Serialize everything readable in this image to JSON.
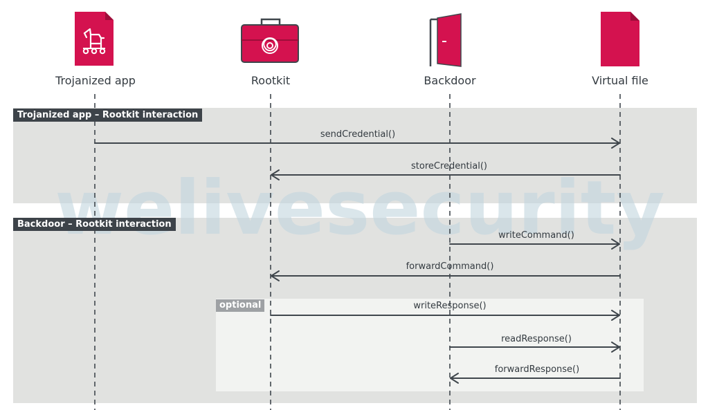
{
  "actors": [
    {
      "label": "Trojanized app",
      "icon": "trojan-horse-document-icon"
    },
    {
      "label": "Rootkit",
      "icon": "biohazard-toolbox-icon"
    },
    {
      "label": "Backdoor",
      "icon": "open-door-icon"
    },
    {
      "label": "Virtual file",
      "icon": "file-icon"
    }
  ],
  "sections": [
    {
      "label": "Trojanized app – Rootkit interaction"
    },
    {
      "label": "Backdoor – Rootkit interaction"
    }
  ],
  "optional_label": "optional",
  "messages": [
    {
      "label": "sendCredential()",
      "from": "Trojanized app",
      "to": "Virtual file"
    },
    {
      "label": "storeCredential()",
      "from": "Virtual file",
      "to": "Rootkit"
    },
    {
      "label": "writeCommand()",
      "from": "Backdoor",
      "to": "Virtual file"
    },
    {
      "label": "forwardCommand()",
      "from": "Virtual file",
      "to": "Rootkit"
    },
    {
      "label": "writeResponse()",
      "from": "Rootkit",
      "to": "Virtual file"
    },
    {
      "label": "readResponse()",
      "from": "Backdoor",
      "to": "Virtual file"
    },
    {
      "label": "forwardResponse()",
      "from": "Virtual file",
      "to": "Backdoor"
    }
  ],
  "watermark": "welivesecurity",
  "colors": {
    "accent": "#d4124f",
    "section_bg": "#e1e2e0",
    "optional_bg": "#f2f3f1",
    "tag_bg": "#3d4349",
    "line": "#3f464c",
    "watermark": "#c2d6df"
  }
}
